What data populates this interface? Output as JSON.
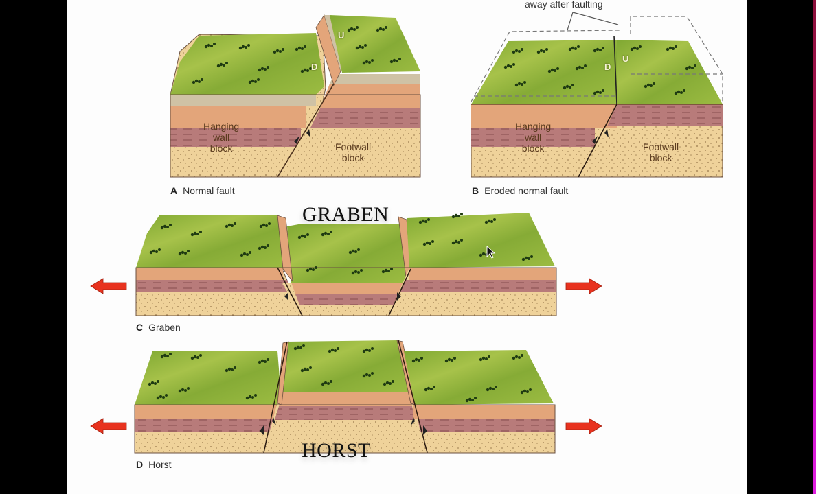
{
  "slide": {
    "panels": [
      {
        "id": "A",
        "letter": "A",
        "caption": "Normal fault",
        "hanging_label": [
          "Hanging",
          "wall",
          "block"
        ],
        "footwall_label": [
          "Footwall",
          "block"
        ],
        "marks": {
          "down": "D",
          "up": "U"
        }
      },
      {
        "id": "B",
        "letter": "B",
        "caption": "Eroded normal fault",
        "hanging_label": [
          "Hanging",
          "wall",
          "block"
        ],
        "footwall_label": [
          "Footwall",
          "block"
        ],
        "marks": {
          "down": "D",
          "up": "U"
        },
        "annotation": "away after faulting"
      },
      {
        "id": "C",
        "letter": "C",
        "caption": "Graben",
        "overlay_title": "GRABEN"
      },
      {
        "id": "D",
        "letter": "D",
        "caption": "Horst",
        "overlay_title": "HORST"
      }
    ],
    "arrows": {
      "direction_left": "extension-left",
      "direction_right": "extension-right",
      "color": "#e8321e"
    }
  },
  "colors": {
    "grass": "#8fb23a",
    "topsoil": "#cfc2a5",
    "orange_layer": "#e3a57a",
    "mauve_layer": "#b87b7a",
    "sand_layer": "#efd29a",
    "outline": "#5b3a24"
  }
}
